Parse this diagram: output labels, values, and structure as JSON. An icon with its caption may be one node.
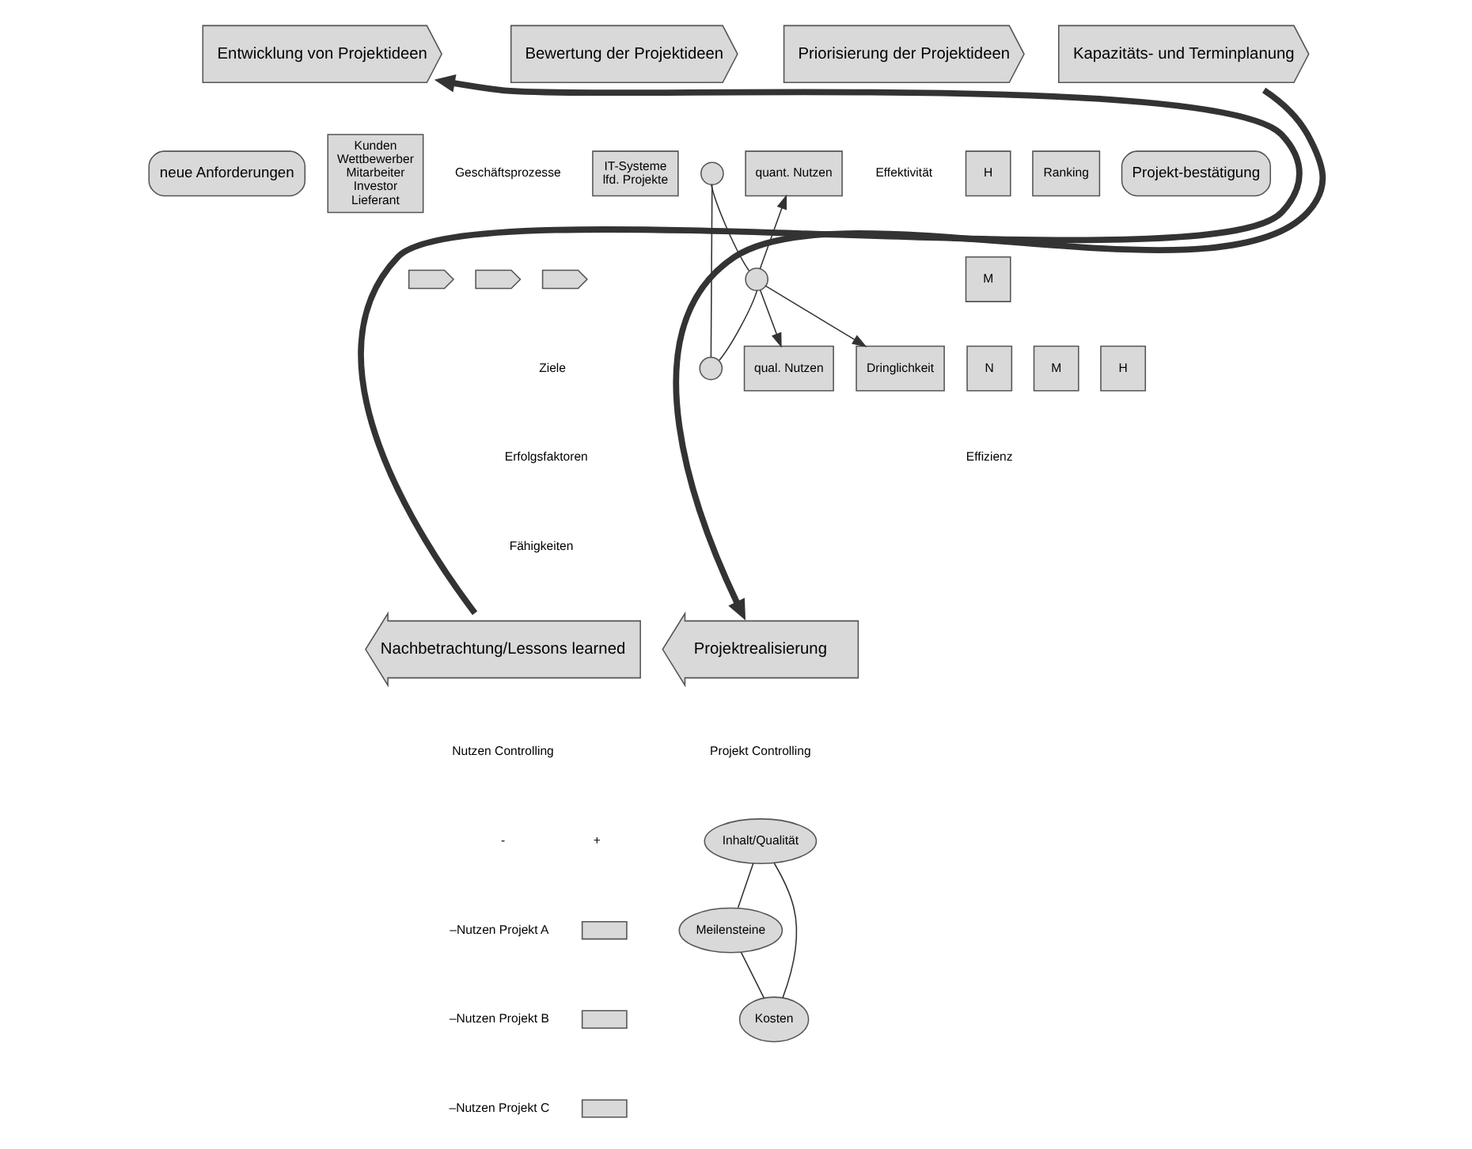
{
  "diagram": {
    "nodes": [
      {
        "text": [
          "Entwicklung von Projektideen"
        ]
      },
      {
        "text": [
          "Bewertung der Projektideen"
        ]
      },
      {
        "text": [
          "Priorisierung der Projektideen"
        ]
      },
      {
        "text": [
          "Kapazitäts- und Terminplanung"
        ]
      },
      {
        "text": [
          "neue Anforderungen"
        ]
      },
      {
        "text": [
          "Kunden",
          "Wettbewerber",
          "Mitarbeiter",
          "Investor",
          "Lieferant"
        ]
      },
      {
        "text": [],
        "shape": "arrow"
      },
      {
        "text": [],
        "shape": "arrow"
      },
      {
        "text": [],
        "shape": "arrow"
      },
      {
        "text": [
          "IT-Systeme",
          "lfd. Projekte"
        ]
      },
      {
        "text": [],
        "shape": "circle"
      },
      {
        "text": [],
        "shape": "circle"
      },
      {
        "text": [],
        "shape": "circle"
      },
      {
        "text": [
          "quant. Nutzen"
        ]
      },
      {
        "text": [
          "qual. Nutzen"
        ]
      },
      {
        "text": [
          "Dringlichkeit"
        ]
      },
      {
        "text": [
          "H"
        ]
      },
      {
        "text": [
          "M"
        ]
      },
      {
        "text": [
          "N"
        ]
      },
      {
        "text": [
          "M"
        ]
      },
      {
        "text": [
          "H"
        ]
      },
      {
        "text": [
          "Ranking"
        ]
      },
      {
        "text": [
          "Projekt-bestätigung"
        ]
      },
      {
        "text": [
          "Nachbetrachtung/Lessons learned"
        ]
      },
      {
        "text": [
          "Projektrealisierung"
        ]
      },
      {
        "text": [],
        "shape": "bar"
      },
      {
        "text": [],
        "shape": "bar"
      },
      {
        "text": [],
        "shape": "bar"
      },
      {
        "text": [
          "Inhalt/Qualität"
        ]
      },
      {
        "text": [
          "Meilensteine"
        ]
      },
      {
        "text": [
          "Kosten"
        ]
      }
    ],
    "edges": [
      {
        "from": 3,
        "to": 24,
        "arrow": "to",
        "style": "thick"
      },
      {
        "from": 23,
        "to": 0,
        "arrow": "to",
        "style": "thick"
      },
      {
        "from": 10,
        "to": 12,
        "arrow": "none"
      },
      {
        "from": 10,
        "to": 11,
        "arrow": "none"
      },
      {
        "from": 12,
        "to": 11,
        "arrow": "none"
      },
      {
        "from": 11,
        "to": 13,
        "arrow": "to"
      },
      {
        "from": 11,
        "to": 14,
        "arrow": "to"
      },
      {
        "from": 11,
        "to": 15,
        "arrow": "to"
      },
      {
        "from": 28,
        "to": 29,
        "arrow": "none"
      },
      {
        "from": 28,
        "to": 30,
        "arrow": "none"
      },
      {
        "from": 29,
        "to": 30,
        "arrow": "none"
      }
    ],
    "labels": [
      "Geschäftsprozesse",
      "Ziele",
      "Erfolgsfaktoren",
      "Fähigkeiten",
      "Effektivität",
      "Effizienz",
      "Nutzen Controlling",
      "-",
      "+",
      "–Nutzen Projekt A",
      "–Nutzen Projekt B",
      "–Nutzen Projekt C",
      "Projekt Controlling"
    ]
  }
}
